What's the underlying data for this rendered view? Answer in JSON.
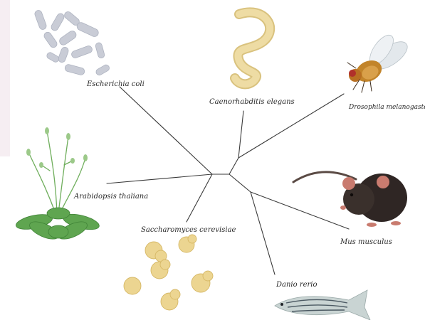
{
  "organisms": [
    {
      "key": "ecoli",
      "label": "Escherichia coli",
      "icon": "bacteria-icon"
    },
    {
      "key": "celegans",
      "label": "Caenorhabditis elegans",
      "icon": "worm-icon"
    },
    {
      "key": "drosophila",
      "label": "Drosophila melanogaster",
      "icon": "fruit-fly-icon"
    },
    {
      "key": "arabidopsis",
      "label": "Arabidopsis thaliana",
      "icon": "plant-icon"
    },
    {
      "key": "mouse",
      "label": "Mus musculus",
      "icon": "mouse-icon"
    },
    {
      "key": "yeast",
      "label": "Saccharomyces cerevisiae",
      "icon": "yeast-icon"
    },
    {
      "key": "zebrafish",
      "label": "Danio rerio",
      "icon": "zebrafish-icon"
    }
  ],
  "colors": {
    "branch": "#3a3a3a",
    "bacteria": "#c9ccd6",
    "worm": "#eedca4",
    "fly_body": "#c2842a",
    "plant": "#5fa550",
    "mouse": "#2f2624",
    "yeast": "#ecd591",
    "fish": "#c9d4d3"
  }
}
